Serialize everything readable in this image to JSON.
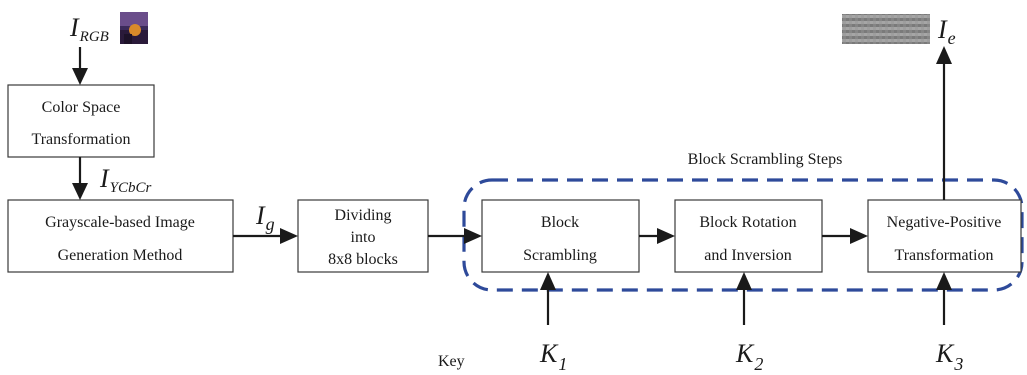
{
  "title": "Block Scrambling Steps",
  "boxes": {
    "color_space": [
      "Color Space",
      "Transformation"
    ],
    "grayscale": [
      "Grayscale-based Image",
      "Generation Method"
    ],
    "dividing": [
      "Dividing",
      "into",
      "8x8 blocks"
    ],
    "block_scrambling": [
      "Block",
      "Scrambling"
    ],
    "block_rotation": [
      "Block Rotation",
      "and Inversion"
    ],
    "neg_pos": [
      "Negative-Positive",
      "Transformation"
    ]
  },
  "variables": {
    "i_rgb": {
      "main": "I",
      "sub": "RGB"
    },
    "i_ycbcr": {
      "main": "I",
      "sub": "YCbCr"
    },
    "i_g": {
      "main": "I",
      "sub": "g"
    },
    "i_e": {
      "main": "I",
      "sub": "e"
    }
  },
  "keys": {
    "label": "Key",
    "k1": {
      "main": "K",
      "sub": "1"
    },
    "k2": {
      "main": "K",
      "sub": "2"
    },
    "k3": {
      "main": "K",
      "sub": "3"
    }
  }
}
